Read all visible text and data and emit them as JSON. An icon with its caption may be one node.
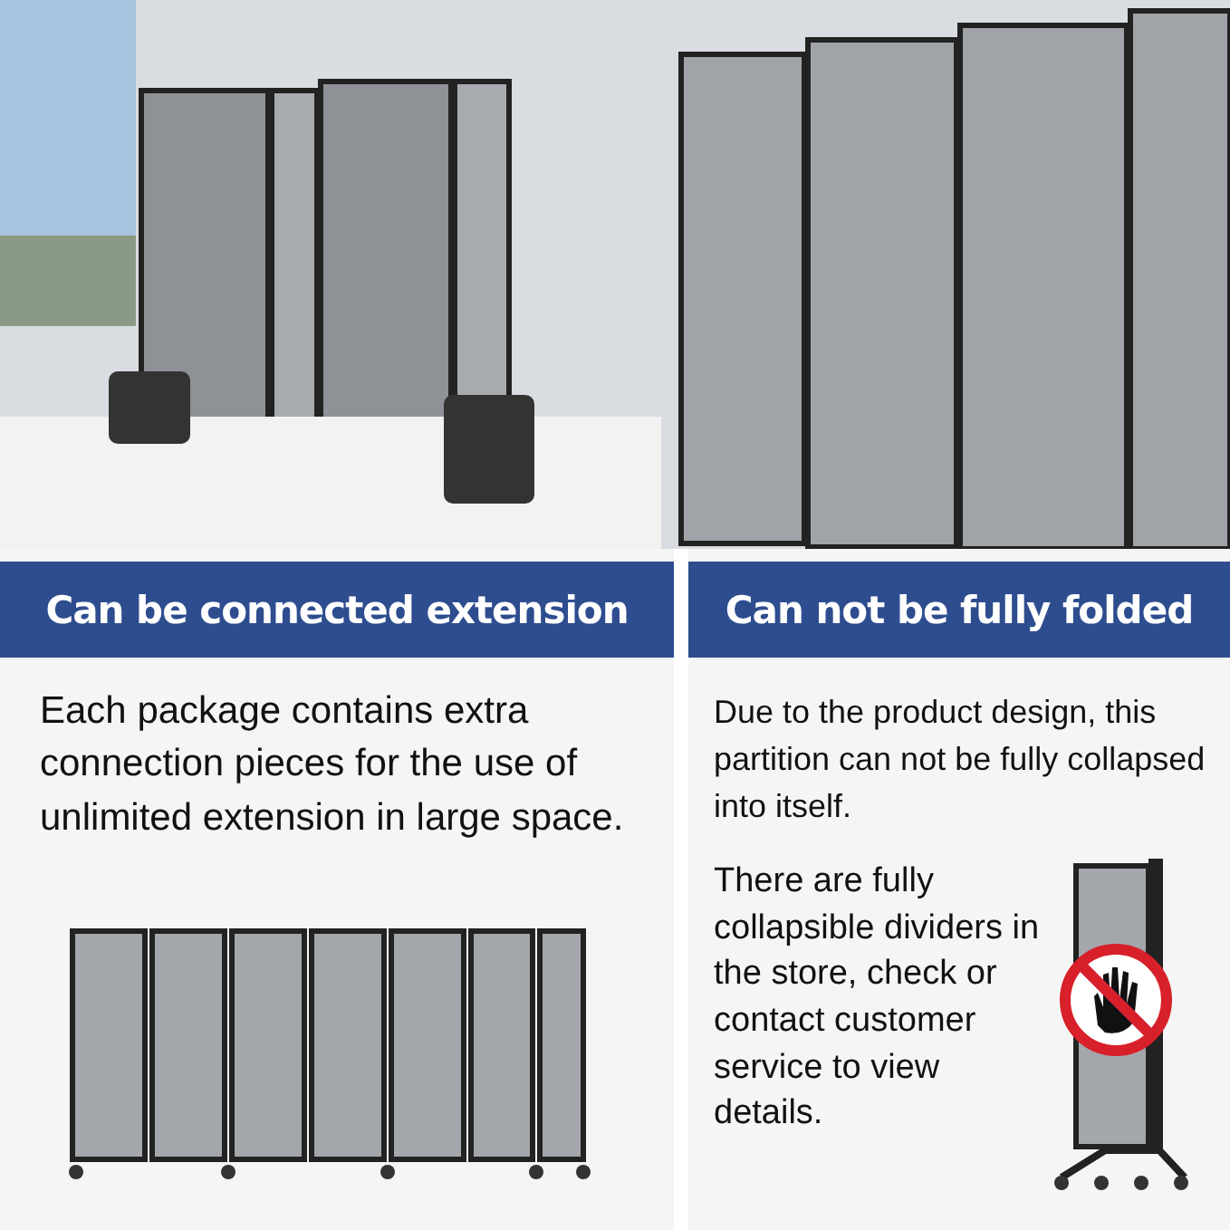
{
  "diagram": {
    "labels": [
      "Can be connected extension",
      "Can not be fully folded",
      "Each package contains extra connection pieces for the use of unlimited extension in large space.",
      "Due to the product design, this partition can not be fully collapsed into itself.",
      "There are fully collapsible dividers in the store, check or contact customer service to view details."
    ]
  }
}
